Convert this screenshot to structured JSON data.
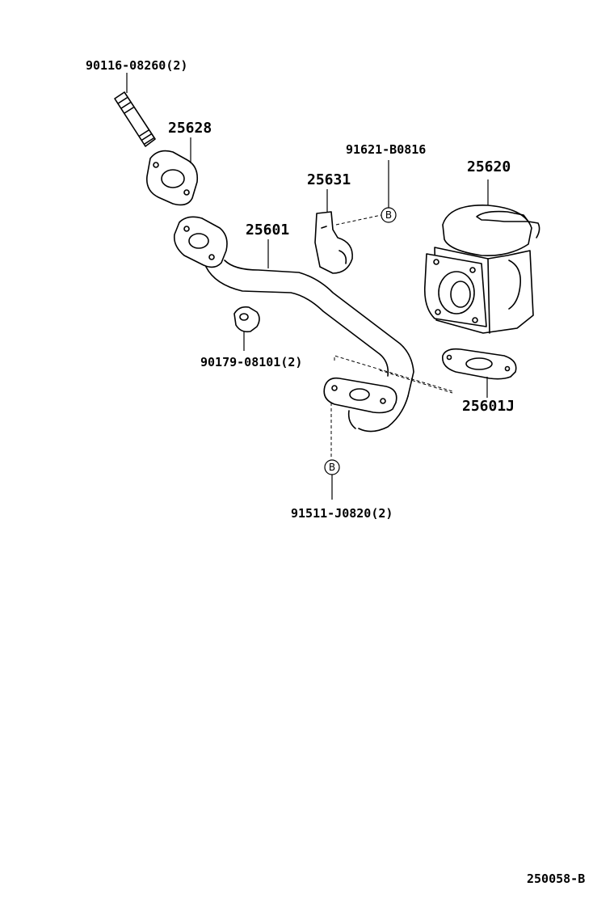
{
  "diagram": {
    "labels": {
      "stud_bolt": "90116-08260(2)",
      "gasket_top": "25628",
      "clamp_bolt": "91621-B0816",
      "clamp": "25631",
      "egr_valve": "25620",
      "pipe": "25601",
      "nut": "90179-08101(2)",
      "gasket_valve": "25601J",
      "flange_bolt": "91511-J0820(2)"
    },
    "markers": {
      "b_upper": "B",
      "b_lower": "B"
    },
    "figure_code": "250058-B"
  }
}
